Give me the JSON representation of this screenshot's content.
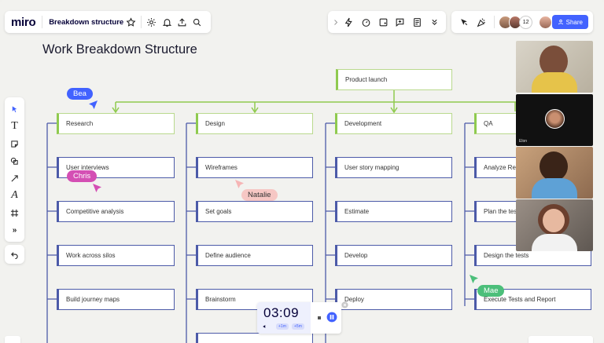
{
  "app": {
    "logo": "miro",
    "board_name": "Breakdown structure",
    "share_label": "Share",
    "participant_count": "12"
  },
  "header": {
    "title": "Work Breakdown Structure"
  },
  "chart": {
    "root": "Product launch",
    "columns": [
      {
        "title": "Research",
        "items": [
          "User interviews",
          "Competitive analysis",
          "Work across silos",
          "Build journey maps"
        ]
      },
      {
        "title": "Design",
        "items": [
          "Wireframes",
          "Set goals",
          "Define audience",
          "Brainstorm"
        ]
      },
      {
        "title": "Development",
        "items": [
          "User story mapping",
          "Estimate",
          "Develop",
          "Deploy"
        ]
      },
      {
        "title": "QA",
        "items": [
          "Analyze Requ",
          "Plan the tests",
          "Design the tests",
          "Execute Tests and Report"
        ]
      }
    ]
  },
  "cursors": [
    {
      "name": "Bea",
      "color": "#4262ff"
    },
    {
      "name": "Chris",
      "color": "#d44fb4"
    },
    {
      "name": "Natalie",
      "color": "#f6b5b5"
    },
    {
      "name": "Mae",
      "color": "#4cbf7a"
    }
  ],
  "video": {
    "caller_name": "Elon"
  },
  "timer": {
    "time": "03:09",
    "add1": "+1m",
    "add5": "+5m"
  },
  "colors": {
    "accent": "#4262ff",
    "branch_green": "#8fca4f",
    "node_border": "#4c5aa8"
  }
}
